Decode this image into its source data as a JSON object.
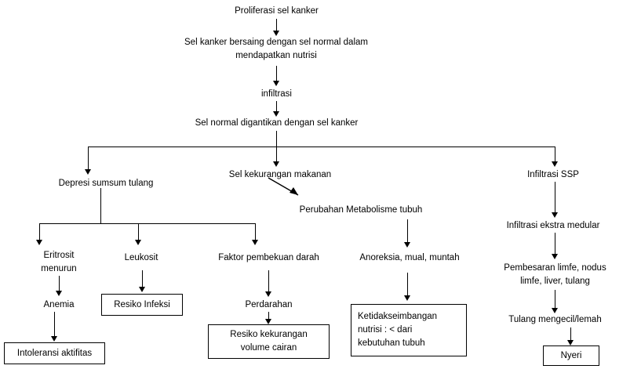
{
  "diagram": {
    "title": "Pathway diagram of cancer cell proliferation effects",
    "type": "flowchart",
    "nodes": [
      {
        "id": "n1",
        "text": "Proliferasi sel kanker",
        "shape": "plain"
      },
      {
        "id": "n2",
        "text": "Sel kanker bersaing dengan sel normal dalam\nmendapatkan nutrisi",
        "shape": "plain"
      },
      {
        "id": "n3",
        "text": "infiltrasi",
        "shape": "plain"
      },
      {
        "id": "n4",
        "text": "Sel normal digantikan dengan sel kanker",
        "shape": "plain"
      },
      {
        "id": "n5",
        "text": "Depresi sumsum tulang",
        "shape": "plain"
      },
      {
        "id": "n6",
        "text": "Sel kekurangan makanan",
        "shape": "plain"
      },
      {
        "id": "n7",
        "text": "Infiltrasi SSP",
        "shape": "plain"
      },
      {
        "id": "n8",
        "text": "Perubahan Metabolisme tubuh",
        "shape": "plain"
      },
      {
        "id": "n9",
        "text": "Infiltrasi ekstra medular",
        "shape": "plain"
      },
      {
        "id": "n10",
        "text": "Eritrosit\nmenurun",
        "shape": "plain"
      },
      {
        "id": "n11",
        "text": "Leukosit",
        "shape": "plain"
      },
      {
        "id": "n12",
        "text": "Faktor pembekuan darah",
        "shape": "plain"
      },
      {
        "id": "n13",
        "text": "Anoreksia, mual, muntah",
        "shape": "plain"
      },
      {
        "id": "n14",
        "text": "Pembesaran limfe, nodus\nlimfe, liver, tulang",
        "shape": "plain"
      },
      {
        "id": "n15",
        "text": "Anemia",
        "shape": "plain"
      },
      {
        "id": "n16",
        "text": "Resiko Infeksi",
        "shape": "box"
      },
      {
        "id": "n17",
        "text": "Perdarahan",
        "shape": "plain"
      },
      {
        "id": "n18",
        "text": "Tulang mengecil/lemah",
        "shape": "plain"
      },
      {
        "id": "n19",
        "text": "Intoleransi aktifitas",
        "shape": "box"
      },
      {
        "id": "n20",
        "text": "Resiko kekurangan\nvolume cairan",
        "shape": "box"
      },
      {
        "id": "n21",
        "text": "Ketidakseimbangan\nnutrisi  :  <  dari\nkebutuhan tubuh",
        "shape": "box"
      },
      {
        "id": "n22",
        "text": "Nyeri",
        "shape": "box"
      }
    ]
  }
}
